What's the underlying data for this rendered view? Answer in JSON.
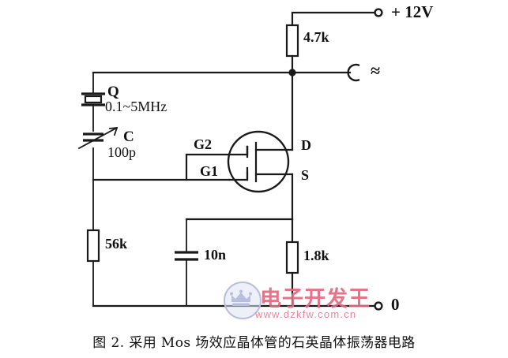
{
  "figure": {
    "caption": "图 2. 采用 Mos 场效应晶体管的石英晶体振荡器电路",
    "background_color": "#ffffff",
    "line_color": "#1a1a1a"
  },
  "terminals": [
    {
      "id": "supply",
      "label": "+ 12V",
      "type": "open-circle"
    },
    {
      "id": "output",
      "label": "≈",
      "type": "socket"
    },
    {
      "id": "ground",
      "label": "0",
      "type": "open-circle"
    }
  ],
  "components": {
    "r_drain": {
      "ref": "",
      "value": "4.7k",
      "type": "resistor"
    },
    "r_gate": {
      "ref": "",
      "value": "56k",
      "type": "resistor"
    },
    "r_source": {
      "ref": "",
      "value": "1.8k",
      "type": "resistor"
    },
    "crystal": {
      "ref": "Q",
      "value": "0.1~5MHz",
      "type": "crystal"
    },
    "c_trim": {
      "ref": "C",
      "value": "100p",
      "type": "variable-capacitor"
    },
    "c_bypass": {
      "ref": "",
      "value": "10n",
      "type": "capacitor"
    },
    "mosfet": {
      "type": "dual-gate-mosfet",
      "pins": {
        "gate2": "G2",
        "gate1": "G1",
        "drain": "D",
        "source": "S"
      }
    }
  },
  "watermark": {
    "brand": "电子开发王",
    "url": "www.dzkfw.com.cn",
    "brand_color": "#e06a80",
    "url_color": "#e8869b",
    "logo_color": "#b9bede"
  }
}
